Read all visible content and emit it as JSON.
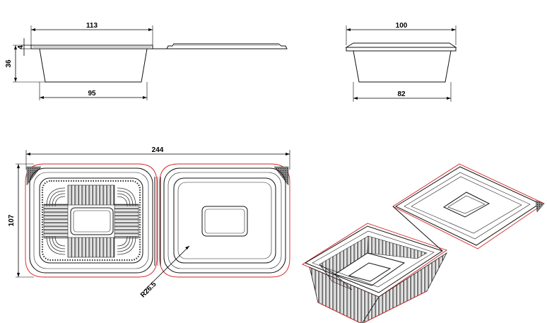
{
  "drawing": {
    "dimensions": {
      "side_top_width": "113",
      "side_flange_height": "4",
      "side_height": "36",
      "side_bottom_width": "95",
      "end_top_width": "100",
      "end_bottom_width": "82",
      "plan_total_length": "244",
      "plan_width": "107",
      "corner_radius": "R26.5"
    },
    "colors": {
      "line": "#111111",
      "outline_accent": "#d62020",
      "hatch": "#444444"
    }
  }
}
